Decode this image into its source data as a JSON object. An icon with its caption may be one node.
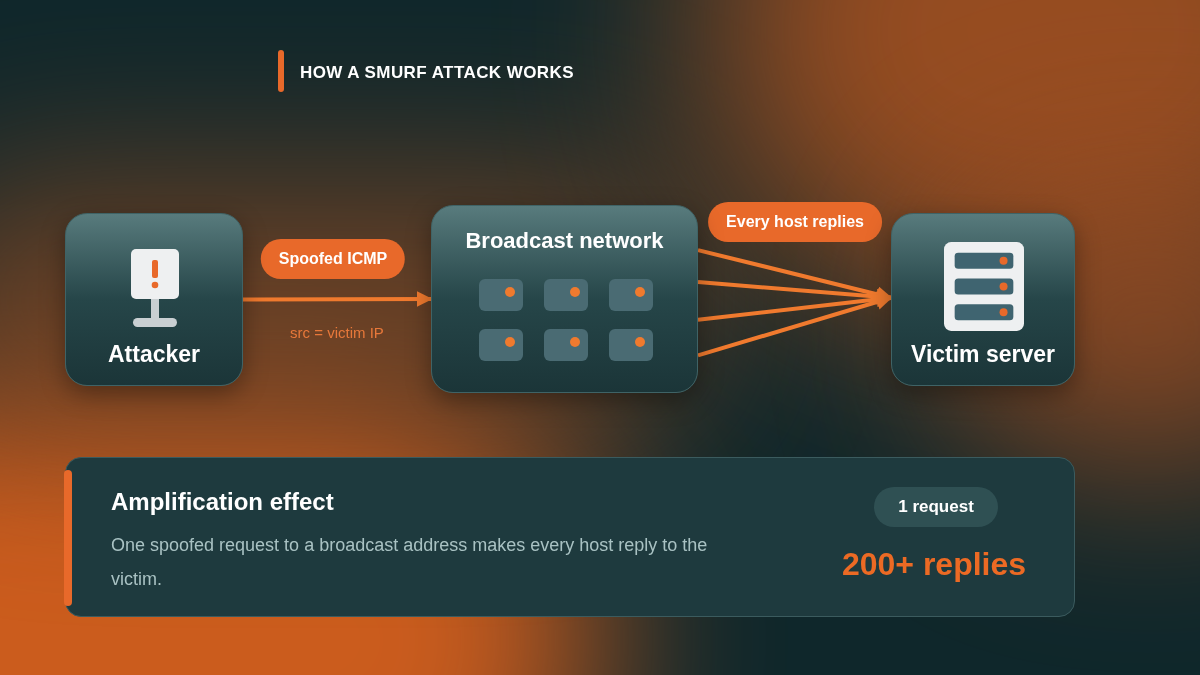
{
  "diagram": {
    "title": "HOW A SMURF ATTACK WORKS",
    "nodes": [
      {
        "text": [
          "Attacker"
        ]
      },
      {
        "text": [
          "Broadcast network"
        ]
      },
      {
        "text": [],
        "shape": "box",
        "in": 1
      },
      {
        "text": [],
        "shape": "box",
        "in": 1
      },
      {
        "text": [],
        "shape": "box",
        "in": 1
      },
      {
        "text": [],
        "shape": "box",
        "in": 1
      },
      {
        "text": [],
        "shape": "box",
        "in": 1
      },
      {
        "text": [],
        "shape": "box",
        "in": 1
      },
      {
        "text": [
          "Victim server"
        ]
      },
      {
        "text": [
          "Amplification effect",
          "One spoofed request to a broadcast address makes every host reply to the victim."
        ]
      },
      {
        "text": [
          "1 request"
        ],
        "in": 9
      }
    ],
    "edges": [
      {
        "from": 0,
        "to": 1,
        "arrow": "to",
        "label": "Spoofed ICMP"
      },
      {
        "from": 1,
        "to": 8,
        "arrow": "to",
        "label": "Every host replies"
      },
      {
        "from": 1,
        "to": 8,
        "arrow": "to"
      },
      {
        "from": 1,
        "to": 8,
        "arrow": "to"
      },
      {
        "from": 1,
        "to": 8,
        "arrow": "to"
      }
    ],
    "labels": [
      "src = victim IP",
      "200+ replies"
    ]
  }
}
